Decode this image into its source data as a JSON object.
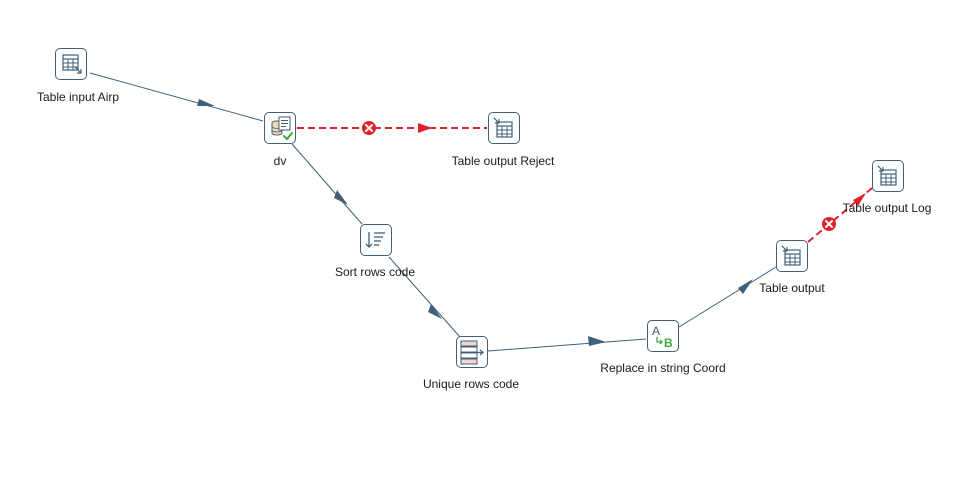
{
  "steps": {
    "table_input_airp": {
      "label": "Table input Airp",
      "icon": "table-input-icon"
    },
    "dv": {
      "label": "dv",
      "icon": "data-validator-icon"
    },
    "table_output_reject": {
      "label": "Table output Reject",
      "icon": "table-output-icon"
    },
    "sort_rows_code": {
      "label": "Sort rows code",
      "icon": "sort-rows-icon"
    },
    "unique_rows_code": {
      "label": "Unique rows code",
      "icon": "unique-rows-icon"
    },
    "replace_in_string_coord": {
      "label": "Replace in string Coord",
      "icon": "replace-string-icon"
    },
    "table_output": {
      "label": "Table output",
      "icon": "table-output-icon"
    },
    "table_output_log": {
      "label": "Table output Log",
      "icon": "table-output-icon"
    }
  },
  "hops": [
    {
      "from": "Table input Airp",
      "to": "dv",
      "type": "normal"
    },
    {
      "from": "dv",
      "to": "Table output Reject",
      "type": "error"
    },
    {
      "from": "dv",
      "to": "Sort rows code",
      "type": "normal"
    },
    {
      "from": "Sort rows code",
      "to": "Unique rows code",
      "type": "normal"
    },
    {
      "from": "Unique rows code",
      "to": "Replace in string Coord",
      "type": "normal"
    },
    {
      "from": "Replace in string Coord",
      "to": "Table output",
      "type": "normal"
    },
    {
      "from": "Table output",
      "to": "Table output Log",
      "type": "error"
    }
  ],
  "colors": {
    "hop_normal": "#40607a",
    "hop_error": "#e0202a",
    "step_border": "#40607a",
    "icon_accent_green": "#3aa93a"
  }
}
